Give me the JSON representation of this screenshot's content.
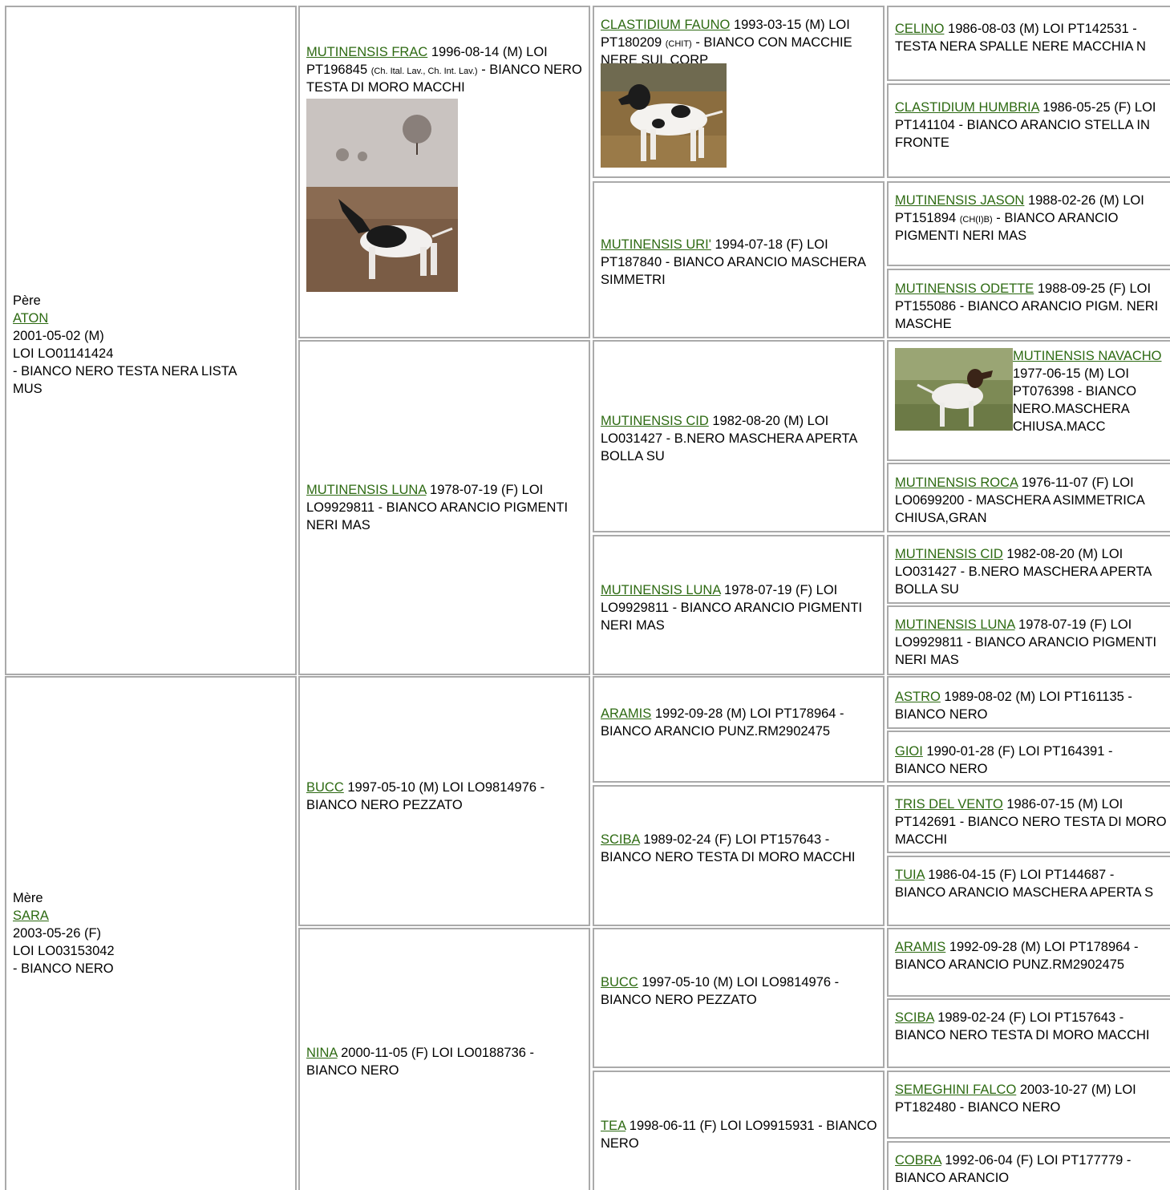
{
  "sire": {
    "heading": "Père",
    "name": "ATON",
    "lines": [
      "2001-05-02 (M)",
      "LOI LO01141424",
      "- BIANCO NERO TESTA NERA LISTA MUS"
    ]
  },
  "dam": {
    "heading": "Mère",
    "name": "SARA",
    "lines": [
      "2003-05-26 (F)",
      "LOI LO03153042",
      "- BIANCO NERO"
    ]
  },
  "g2": [
    {
      "name": "MUTINENSIS FRAC",
      "pre": " 1996-08-14 (M) LOI PT196845 ",
      "title": "(Ch. Ital. Lav., Ch. Int. Lav.)",
      "post": " - BIANCO NERO TESTA DI MORO MACCHI"
    },
    {
      "name": "MUTINENSIS LUNA",
      "pre": " 1978-07-19 (F) LOI LO9929811 - BIANCO ARANCIO PIGMENTI NERI MAS"
    },
    {
      "name": "BUCC",
      "pre": " 1997-05-10 (M) LOI LO9814976 - BIANCO NERO PEZZATO"
    },
    {
      "name": "NINA",
      "pre": " 2000-11-05 (F) LOI LO0188736 - BIANCO NERO"
    }
  ],
  "g3": [
    {
      "name": "CLASTIDIUM FAUNO",
      "pre": " 1993-03-15 (M) LOI PT180209 ",
      "title": "(CHIT)",
      "post": " - BIANCO CON MACCHIE NERE SUL CORP"
    },
    {
      "name": "MUTINENSIS URI'",
      "pre": " 1994-07-18 (F) LOI PT187840 - BIANCO ARANCIO MASCHERA SIMMETRI"
    },
    {
      "name": "MUTINENSIS CID",
      "pre": " 1982-08-20 (M) LOI LO031427 - B.NERO MASCHERA APERTA BOLLA SU"
    },
    {
      "name": "MUTINENSIS LUNA",
      "pre": " 1978-07-19 (F) LOI LO9929811 - BIANCO ARANCIO PIGMENTI NERI MAS"
    },
    {
      "name": "ARAMIS",
      "pre": " 1992-09-28 (M) LOI PT178964 - BIANCO ARANCIO PUNZ.RM2902475"
    },
    {
      "name": "SCIBA",
      "pre": " 1989-02-24 (F) LOI PT157643 - BIANCO NERO TESTA DI MORO MACCHI"
    },
    {
      "name": "BUCC",
      "pre": " 1997-05-10 (M) LOI LO9814976 - BIANCO NERO PEZZATO"
    },
    {
      "name": "TEA",
      "pre": " 1998-06-11 (F) LOI LO9915931 - BIANCO NERO"
    }
  ],
  "g4": [
    {
      "name": "CELINO",
      "pre": " 1986-08-03 (M) LOI PT142531 - TESTA NERA SPALLE NERE MACCHIA N"
    },
    {
      "name": "CLASTIDIUM HUMBRIA",
      "pre": " 1986-05-25 (F) LOI PT141104 - BIANCO ARANCIO STELLA IN FRONTE"
    },
    {
      "name": "MUTINENSIS JASON",
      "pre": " 1988-02-26 (M) LOI PT151894 ",
      "title": "(CH(I)B)",
      "post": " - BIANCO ARANCIO PIGMENTI NERI MAS"
    },
    {
      "name": "MUTINENSIS ODETTE",
      "pre": " 1988-09-25 (F) LOI PT155086 - BIANCO ARANCIO PIGM. NERI MASCHE"
    },
    {
      "name": "MUTINENSIS NAVACHO",
      "pre": " 1977-06-15 (M) LOI PT076398 - BIANCO NERO.MASCHERA CHIUSA.MACC"
    },
    {
      "name": "MUTINENSIS ROCA",
      "pre": " 1976-11-07 (F) LOI LO0699200 - MASCHERA ASIMMETRICA CHIUSA,GRAN"
    },
    {
      "name": "MUTINENSIS CID",
      "pre": " 1982-08-20 (M) LOI LO031427 - B.NERO MASCHERA APERTA BOLLA SU"
    },
    {
      "name": "MUTINENSIS LUNA",
      "pre": " 1978-07-19 (F) LOI LO9929811 - BIANCO ARANCIO PIGMENTI NERI MAS"
    },
    {
      "name": "ASTRO",
      "pre": " 1989-08-02 (M) LOI PT161135 - BIANCO NERO"
    },
    {
      "name": "GIOI",
      "pre": " 1990-01-28 (F) LOI PT164391 - BIANCO NERO"
    },
    {
      "name": "TRIS DEL VENTO",
      "pre": " 1986-07-15 (M) LOI PT142691 - BIANCO NERO TESTA DI MORO MACCHI"
    },
    {
      "name": "TUIA",
      "pre": " 1986-04-15 (F) LOI PT144687 - BIANCO ARANCIO MASCHERA APERTA S"
    },
    {
      "name": "ARAMIS",
      "pre": " 1992-09-28 (M) LOI PT178964 - BIANCO ARANCIO PUNZ.RM2902475"
    },
    {
      "name": "SCIBA",
      "pre": " 1989-02-24 (F) LOI PT157643 - BIANCO NERO TESTA DI MORO MACCHI"
    },
    {
      "name": "SEMEGHINI FALCO",
      "pre": " 2003-10-27 (M) LOI PT182480 - BIANCO NERO"
    },
    {
      "name": "COBRA",
      "pre": " 1992-06-04 (F) LOI PT177779 - BIANCO ARANCIO"
    }
  ],
  "colors": {
    "link": "#2d6a12",
    "border": "#aaaaaa"
  }
}
